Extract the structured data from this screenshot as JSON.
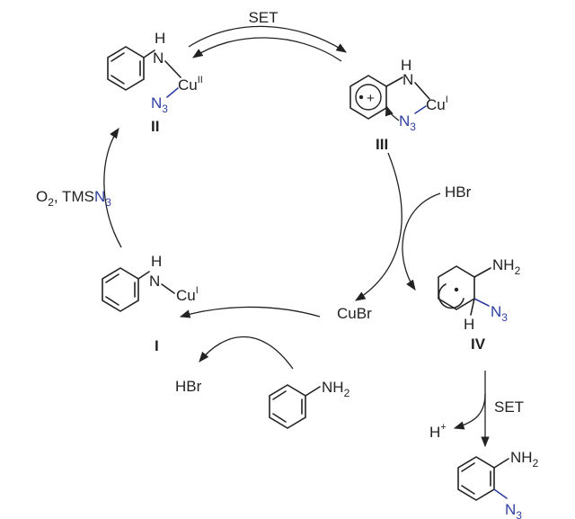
{
  "labels": {
    "set_top": "SET",
    "set_bottom": "SET",
    "hbr_in": "HBr",
    "hbr_out": "HBr",
    "cubr": "CuBr",
    "reagents": {
      "o2": "O",
      "sub2": "2",
      "tms": ", TMS",
      "n3": "N",
      "sub3": "3"
    },
    "h_plus": "H",
    "plus_sign": "+"
  },
  "intermediates": {
    "I": "I",
    "II": "II",
    "III": "III",
    "IV": "IV"
  },
  "atoms": {
    "h": "H",
    "n": "N",
    "cu": "Cu",
    "cu_ox_II": "II",
    "cu_ox_I": "I",
    "n3_n": "N",
    "n3_sub": "3",
    "nh2_nh": "NH",
    "nh2_sub": "2",
    "h_sp3": "H",
    "radical_cation_plus": "+"
  },
  "colors": {
    "ink": "#222222",
    "azide_blue": "#2f3fa0"
  }
}
